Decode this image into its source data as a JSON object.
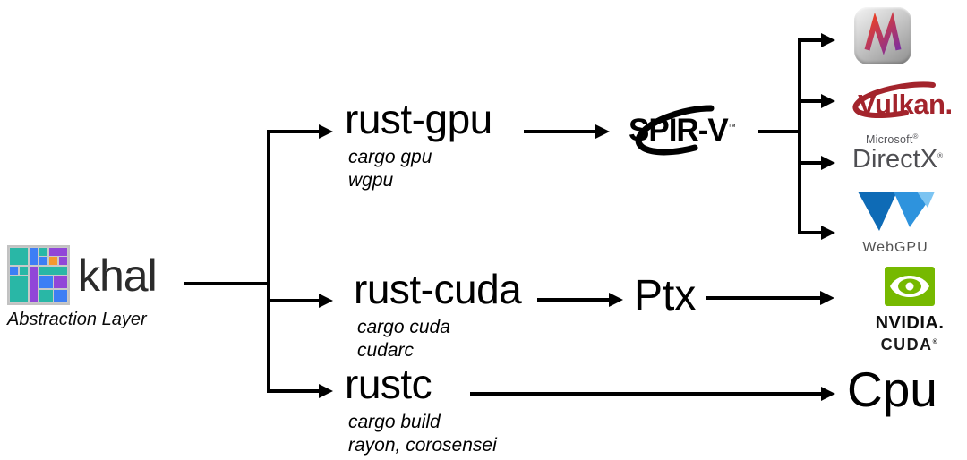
{
  "colors": {
    "line": "#000000",
    "khal_teal": "#29b7a6",
    "khal_purple": "#9146d8",
    "khal_blue": "#3d7ef5",
    "khal_orange": "#f5992e",
    "vulkan_red": "#a3242c",
    "nvidia_green": "#76b900",
    "webgpu_blue_dark": "#0e6bb6",
    "webgpu_blue_mid": "#2e93dd",
    "webgpu_blue_light": "#7cc4f2",
    "directx_gray": "#4e4e52",
    "metal_gradient_start": "#e8402a",
    "metal_gradient_end": "#7e2f9e"
  },
  "khal": {
    "name": "khal",
    "caption": "Abstraction Layer"
  },
  "branches": {
    "gpu": {
      "name": "rust-gpu",
      "tool1": "cargo gpu",
      "tool2": "wgpu"
    },
    "cuda": {
      "name": "rust-cuda",
      "tool1": "cargo cuda",
      "tool2": "cudarc"
    },
    "cpu": {
      "name": "rustc",
      "tool1": "cargo build",
      "tool2": "rayon, corosensei"
    }
  },
  "ir": {
    "spirv": "SPIR-V",
    "spirv_tm": "™",
    "ptx": "Ptx"
  },
  "targets": {
    "vulkan": {
      "label": "Vulkan."
    },
    "directx": {
      "brand": "Microsoft",
      "brand_mark": "®",
      "label": "DirectX",
      "mark": "®"
    },
    "webgpu": {
      "label": "WebGPU"
    },
    "nvidia": {
      "brand": "NVIDIA.",
      "label": "CUDA",
      "mark": "®"
    },
    "cpu": {
      "label": "Cpu"
    }
  }
}
